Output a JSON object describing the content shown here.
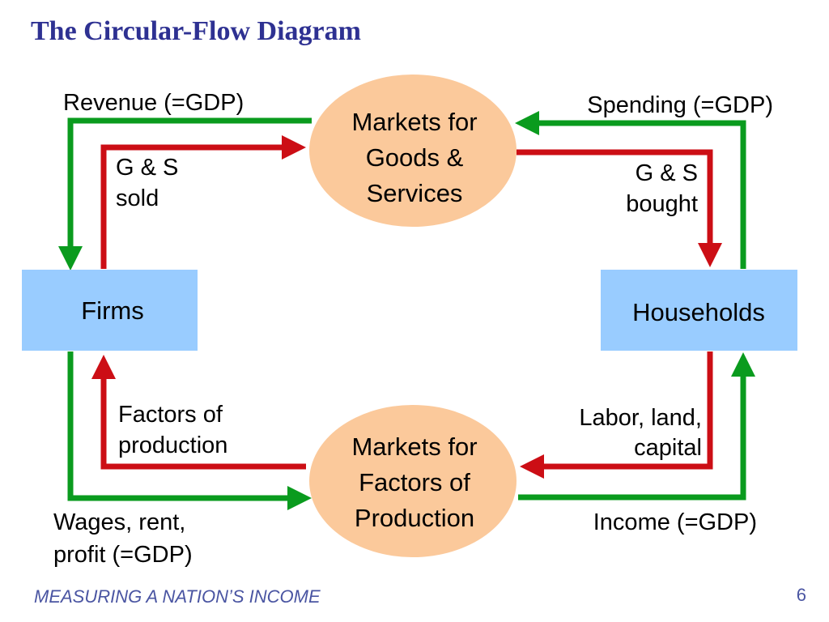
{
  "slide": {
    "title": "The Circular-Flow Diagram",
    "footer": "MEASURING A NATION’S INCOME",
    "page_number": "6"
  },
  "colors": {
    "title": "#2e3192",
    "box_fill": "#99ccff",
    "oval_fill": "#fbc99b",
    "money_flow": "#0a9b1e",
    "goods_flow": "#cc0e15",
    "footer": "#4a55a2"
  },
  "nodes": {
    "firms": "Firms",
    "households": "Households",
    "goods_market": [
      "Markets for",
      "Goods &",
      "Services"
    ],
    "factor_market": [
      "Markets for",
      "Factors of",
      "Production"
    ]
  },
  "flows": {
    "revenue": "Revenue (=GDP)",
    "spending": "Spending (=GDP)",
    "gs_sold": [
      "G & S",
      "sold"
    ],
    "gs_bought": [
      "G & S",
      "bought"
    ],
    "factors_of_production": [
      "Factors of",
      "production"
    ],
    "labor_land_capital": [
      "Labor, land,",
      "capital"
    ],
    "wages_rent_profit": [
      "Wages, rent,",
      "profit (=GDP)"
    ],
    "income": "Income (=GDP)"
  }
}
